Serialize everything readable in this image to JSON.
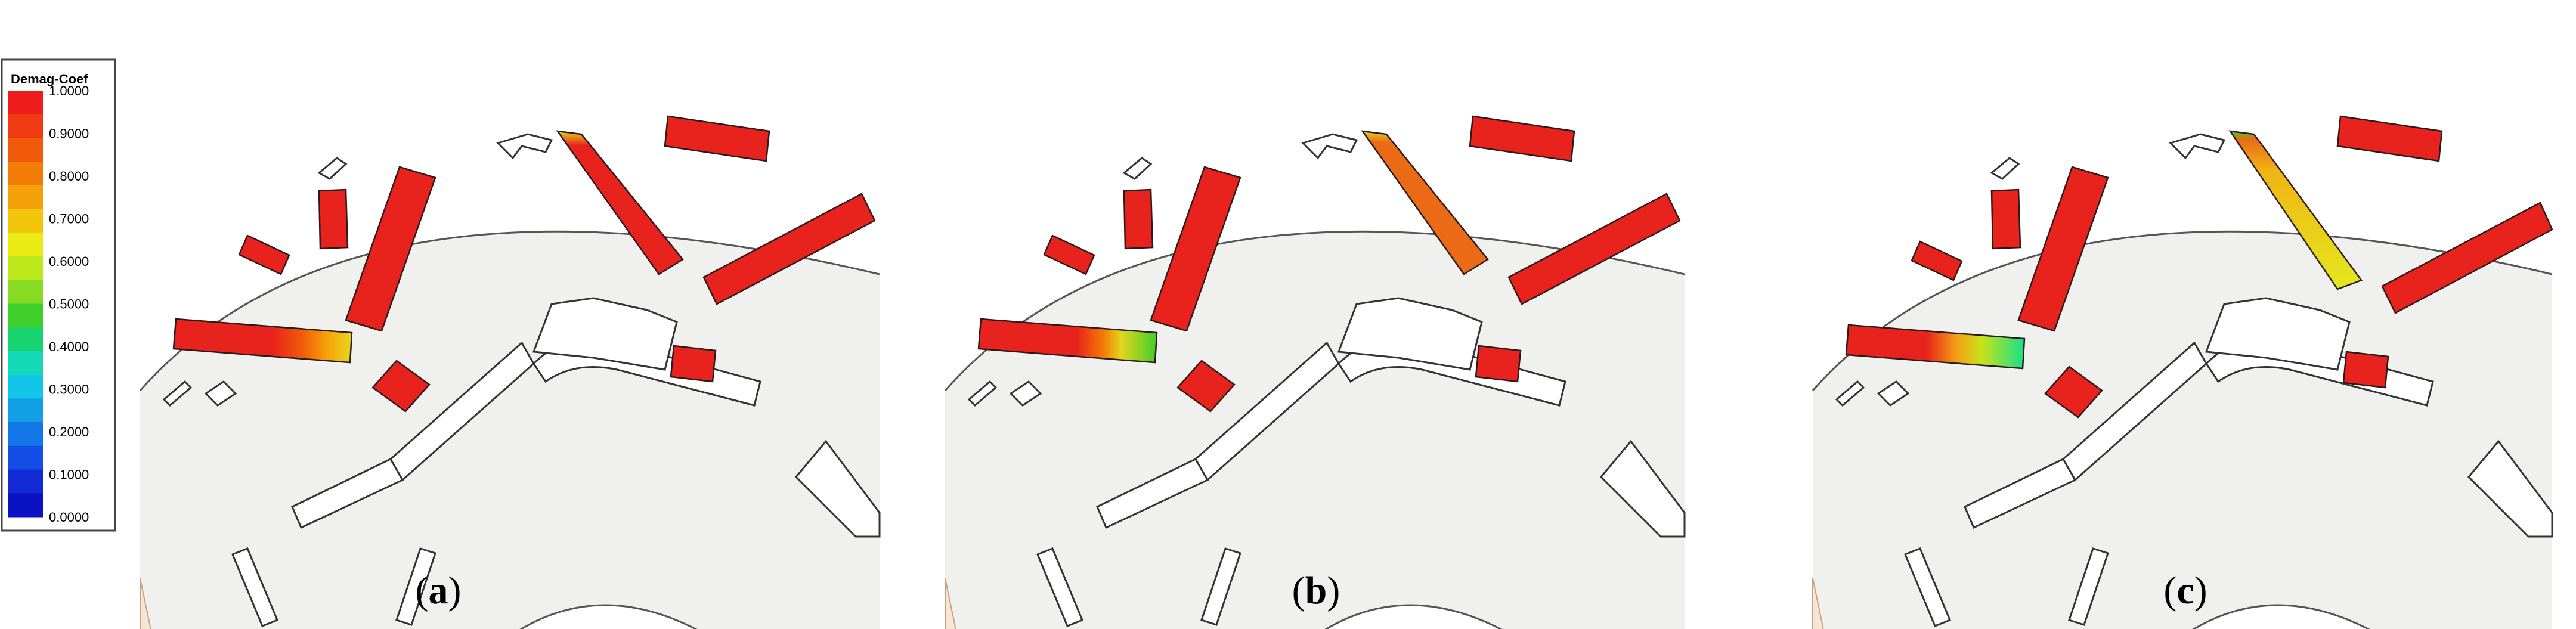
{
  "legend": {
    "title": "Demag-Coef",
    "ticks": [
      "1.0000",
      "0.9000",
      "0.8000",
      "0.7000",
      "0.6000",
      "0.5000",
      "0.4000",
      "0.3000",
      "0.2000",
      "0.1000",
      "0.0000"
    ],
    "colors": [
      "#ee1c1c",
      "#ef3a12",
      "#f05a0a",
      "#f37c06",
      "#f6a10a",
      "#f3c60c",
      "#eaeb12",
      "#bde81b",
      "#86dc23",
      "#3fcf2a",
      "#16d36d",
      "#14d9b6",
      "#12c6ea",
      "#129fe6",
      "#1276e6",
      "#124ee6",
      "#122ad6",
      "#0a12c4"
    ]
  },
  "panels": [
    {
      "id": "a",
      "label": "a"
    },
    {
      "id": "b",
      "label": "b"
    },
    {
      "id": "c",
      "label": "c"
    }
  ],
  "magnet_colors": {
    "red": "#e8221c",
    "orange": "#ea6a16",
    "yellow": "#e4d41e",
    "green_b": "#3fcf2a",
    "teal_c": "#17e08a",
    "stator_fill": "#f0f0ee",
    "outline": "#333333"
  }
}
